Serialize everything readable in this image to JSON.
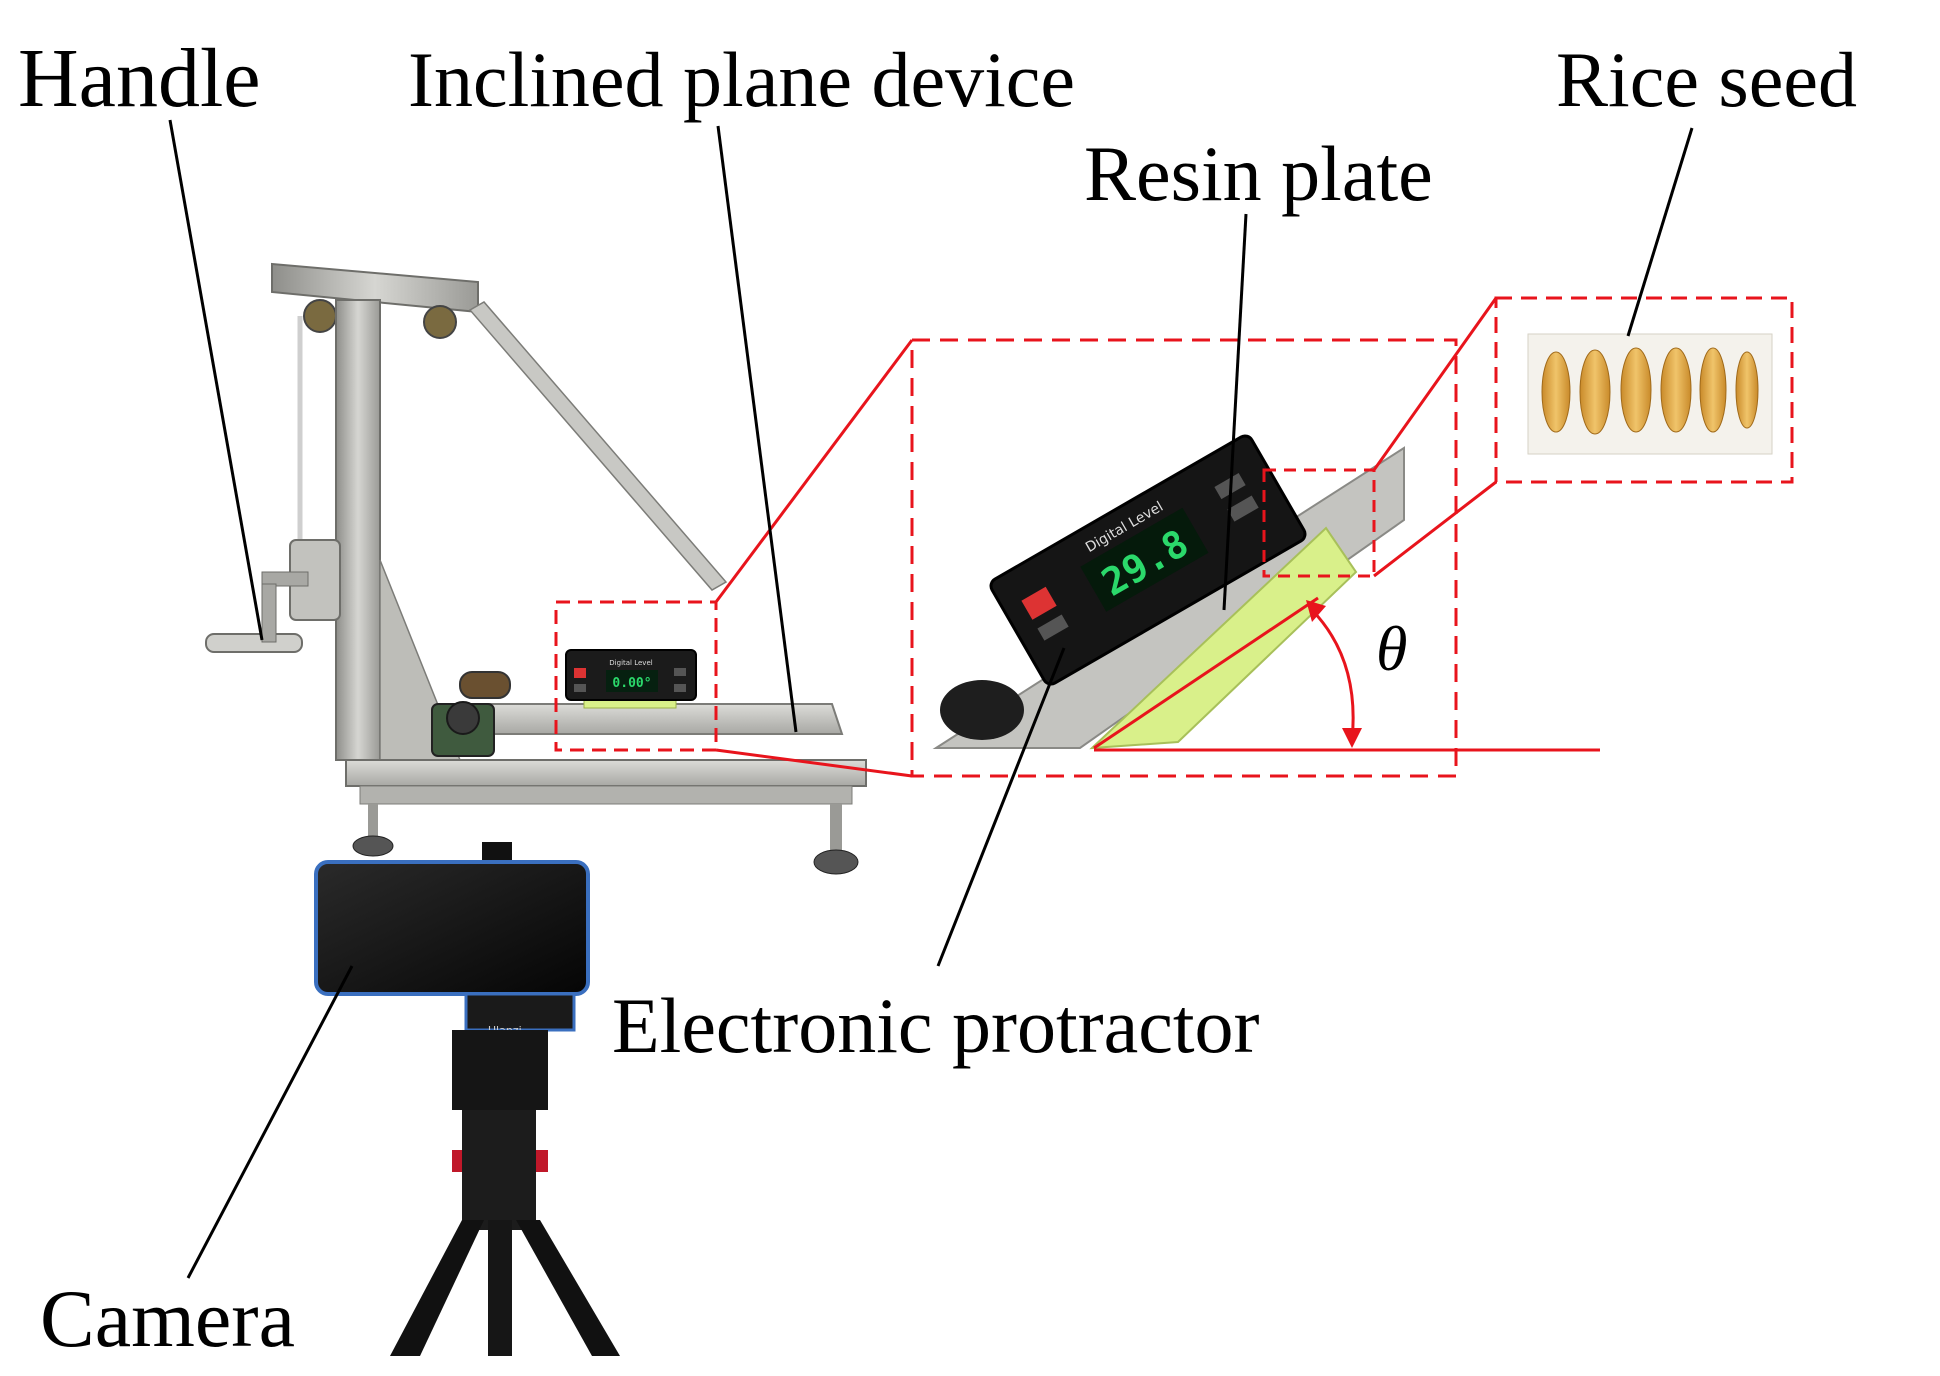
{
  "labels": {
    "handle": "Handle",
    "inclined_plane_device": "Inclined plane device",
    "rice_seed": "Rice seed",
    "resin_plate": "Resin plate",
    "electronic_protractor": "Electronic protractor",
    "camera": "Camera",
    "theta": "θ"
  },
  "device": {
    "level_brand": "Digital Level",
    "reading_flat": "0.00°",
    "reading_inclined": "29.8",
    "mount_brand": "Ulanzi"
  },
  "colors": {
    "callout": "#e8141c",
    "lcd": "#2bd96b",
    "resin": "#d9f08a",
    "steel": "#b8b8b4",
    "rice": "#d9a441"
  }
}
